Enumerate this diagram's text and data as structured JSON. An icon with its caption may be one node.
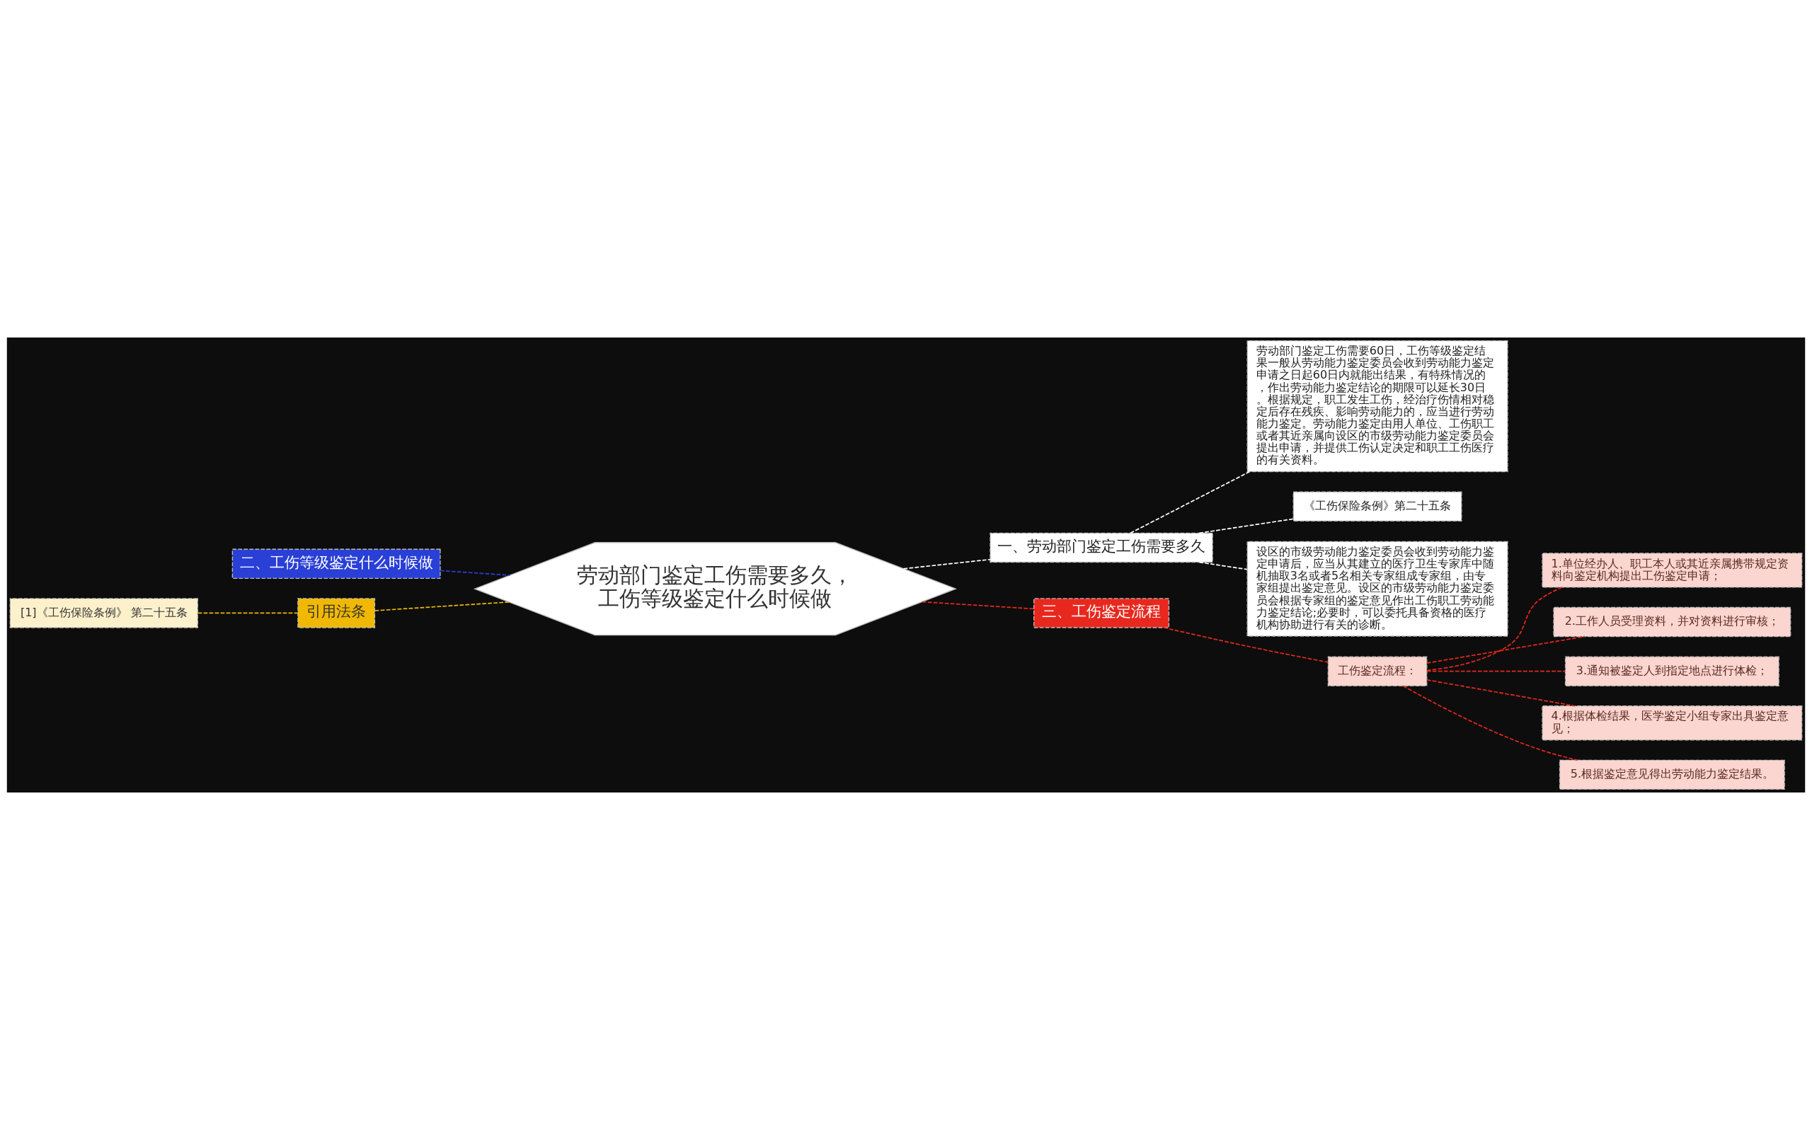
{
  "diagram": {
    "nodes": [
      {
        "text": [
          "劳动部门鉴定工伤需要多久，工伤等级鉴定什么时候做"
        ]
      },
      {
        "text": [
          "一、劳动部门鉴定工伤需要多久"
        ]
      },
      {
        "text": [
          "劳动部门鉴定工伤需要60日，工伤等级鉴定结果一般从劳动能力鉴定委员会收到劳动能力鉴定申请之日起60日内就能出结果，有特殊情况的，作出劳动能力鉴定结论的期限可以延长30日。根据规定，职工发生工伤，经治疗伤情相对稳定后存在残疾、影响劳动能力的，应当进行劳动能力鉴定。劳动能力鉴定由用人单位、工伤职工或者其近亲属向设区的市级劳动能力鉴定委员会提出申请，并提供工伤认定决定和职工工伤医疗的有关资料。"
        ]
      },
      {
        "text": [
          "《工伤保险条例》第二十五条"
        ]
      },
      {
        "text": [
          "设区的市级劳动能力鉴定委员会收到劳动能力鉴定申请后，应当从其建立的医疗卫生专家库中随机抽取3名或者5名相关专家组成专家组，由专家组提出鉴定意见。设区的市级劳动能力鉴定委员会根据专家组的鉴定意见作出工伤职工劳动能力鉴定结论;必要时，可以委托具备资格的医疗机构协助进行有关的诊断。"
        ]
      },
      {
        "text": [
          "二、工伤等级鉴定什么时候做"
        ]
      },
      {
        "text": [
          "引用法条"
        ]
      },
      {
        "text": [
          "[1]《工伤保险条例》 第二十五条"
        ]
      },
      {
        "text": [
          "三、工伤鉴定流程"
        ]
      },
      {
        "text": [
          "工伤鉴定流程："
        ]
      },
      {
        "text": [
          "1.单位经办人、职工本人或其近亲属携带规定资料向鉴定机构提出工伤鉴定申请；"
        ]
      },
      {
        "text": [
          "2.工作人员受理资料，并对资料进行审核；"
        ]
      },
      {
        "text": [
          "3.通知被鉴定人到指定地点进行体检；"
        ]
      },
      {
        "text": [
          "4.根据体检结果，医学鉴定小组专家出具鉴定意见；"
        ]
      },
      {
        "text": [
          "5.根据鉴定意见得出劳动能力鉴定结果。"
        ]
      }
    ],
    "edges": [
      {
        "from": 0,
        "to": 1,
        "arrow": "none",
        "style": "dashed",
        "color": "#ffffff"
      },
      {
        "from": 1,
        "to": 2,
        "arrow": "none",
        "style": "dashed",
        "color": "#ffffff"
      },
      {
        "from": 1,
        "to": 3,
        "arrow": "none",
        "style": "dashed",
        "color": "#ffffff"
      },
      {
        "from": 1,
        "to": 4,
        "arrow": "none",
        "style": "dashed",
        "color": "#ffffff"
      },
      {
        "from": 0,
        "to": 5,
        "arrow": "none",
        "style": "dashed",
        "color": "#2a3fd6"
      },
      {
        "from": 0,
        "to": 6,
        "arrow": "none",
        "style": "dashed",
        "color": "#f0b800"
      },
      {
        "from": 6,
        "to": 7,
        "arrow": "none",
        "style": "dashed",
        "color": "#f0b800"
      },
      {
        "from": 0,
        "to": 8,
        "arrow": "none",
        "style": "dashed"
      },
      {
        "from": 8,
        "to": 9,
        "arrow": "none",
        "style": "dashed"
      },
      {
        "from": 9,
        "to": 10,
        "arrow": "none",
        "style": "dashed"
      },
      {
        "from": 9,
        "to": 11,
        "arrow": "none",
        "style": "dashed"
      },
      {
        "from": 9,
        "to": 12,
        "arrow": "none",
        "style": "dashed"
      },
      {
        "from": 9,
        "to": 13,
        "arrow": "none",
        "style": "dashed"
      },
      {
        "from": 9,
        "to": 14,
        "arrow": "none",
        "style": "dashed"
      }
    ]
  }
}
